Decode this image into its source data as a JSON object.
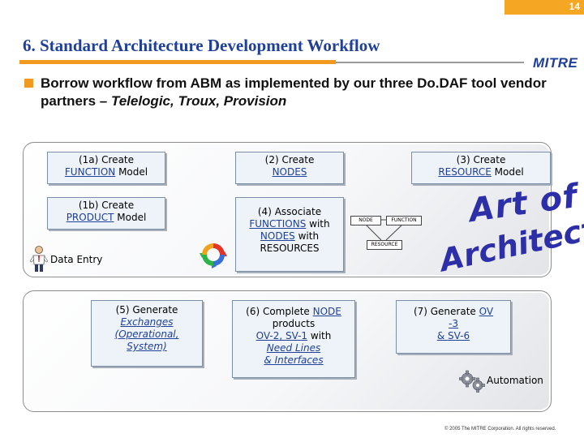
{
  "page_number": "14",
  "title": "6. Standard Architecture Development Workflow",
  "logo_text": "MITRE",
  "bullet": {
    "text_plain": "Borrow workflow from ABM as implemented by our three Do.DAF tool vendor partners – ",
    "text_italic": "Telelogic, Troux, Provision"
  },
  "steps": {
    "s1a": {
      "line1": "(1a) Create",
      "underlined": "FUNCTION",
      "rest": " Model"
    },
    "s1b": {
      "line1": "(1b) Create",
      "underlined": "PRODUCT",
      "rest": " Model"
    },
    "s2": {
      "line1": "(2) Create",
      "underlined": "NODES"
    },
    "s3": {
      "line1": "(3) Create",
      "underlined": "RESOURCE",
      "rest": " Model"
    },
    "s4": {
      "line1": "(4) Associate",
      "u1": "FUNCTIONS",
      "t1": " with",
      "u2": "NODES",
      "t2": " with",
      "line4": "RESOURCES"
    },
    "s5": {
      "line1": "(5) Generate",
      "line2": "Exchanges",
      "line3": "(Operational,",
      "line4": "System)"
    },
    "s6": {
      "line1_plain": "(6) Complete ",
      "line1_ul": "NODE",
      "line2": "products",
      "line3_ul": "OV-2, SV-1",
      "line3_rest": " with",
      "line4": "Need Lines",
      "line5": "& Interfaces"
    },
    "s7": {
      "line1_plain": "(7) Generate ",
      "line1_ul": "OV",
      "line2": "-3",
      "line3": "& SV-6"
    }
  },
  "data_entry_label": "Data Entry",
  "automation_label": "Automation",
  "mini_diagram": {
    "node": "NODE",
    "function": "FUNCTION",
    "resource": "RESOURCE"
  },
  "art_of_architecture": {
    "line1": "Art of",
    "line2": "Architecture"
  },
  "copyright": "© 2005 The MITRE Corporation. All rights reserved.",
  "colors": {
    "accent_orange": "#f29a1f",
    "title_blue": "#1f3f99",
    "box_fill": "#eef3f9"
  }
}
